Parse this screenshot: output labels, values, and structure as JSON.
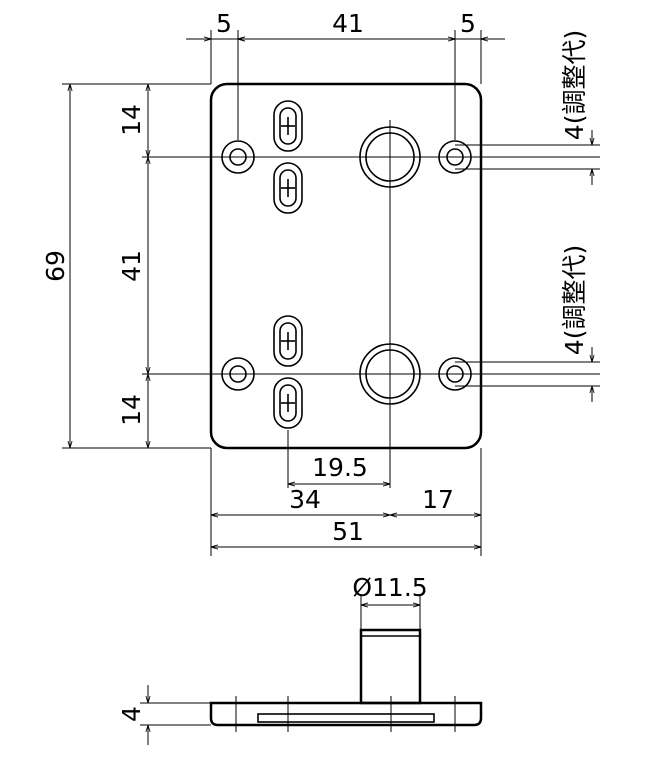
{
  "dimensions": {
    "top_left": "5",
    "top_mid": "41",
    "top_right": "5",
    "left_overall": "69",
    "left_top": "14",
    "left_mid": "41",
    "left_bottom": "14",
    "right_adjust_top": "4(調整代)",
    "right_adjust_bottom": "4(調整代)",
    "bottom_19_5": "19.5",
    "bottom_34": "34",
    "bottom_17": "17",
    "bottom_51": "51",
    "diameter": "Ø11.5",
    "side_thickness": "4"
  }
}
